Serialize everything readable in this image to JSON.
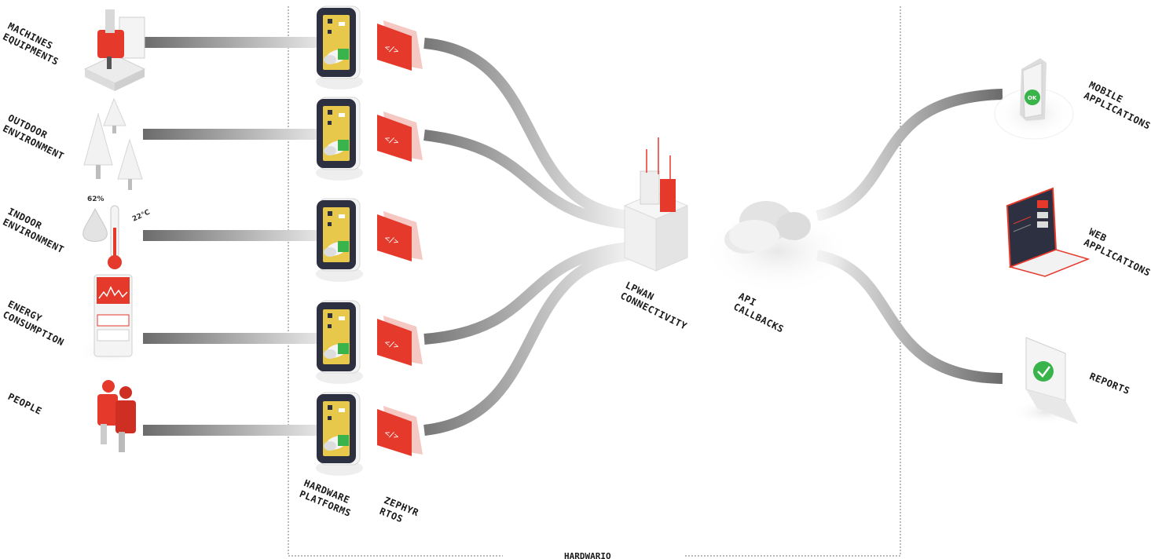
{
  "sources": [
    {
      "id": "machines",
      "line1": "MACHINES",
      "line2": "EQUIPMENTS",
      "icon": "cnc-machine-icon"
    },
    {
      "id": "outdoor",
      "line1": "OUTDOOR",
      "line2": "ENVIRONMENT",
      "icon": "trees-icon"
    },
    {
      "id": "indoor",
      "line1": "INDOOR",
      "line2": "ENVIRONMENT",
      "icon": "thermometer-droplet-icon"
    },
    {
      "id": "energy",
      "line1": "ENERGY",
      "line2": "CONSUMPTION",
      "icon": "energy-meter-icon"
    },
    {
      "id": "people",
      "line1": "PEOPLE",
      "line2": "",
      "icon": "people-icon"
    }
  ],
  "indoor_readings": {
    "humidity": "62%",
    "temperature": "22°C"
  },
  "hardware": {
    "line1": "HARDWARE",
    "line2": "PLATFORMS",
    "icon": "circuit-board-icon"
  },
  "rtos": {
    "line1": "ZEPHYR",
    "line2": "RTOS",
    "icon": "code-tag-icon",
    "glyph": "</>"
  },
  "connectivity": {
    "line1": "LPWAN",
    "line2": "CONNECTIVITY",
    "icon": "antenna-tower-icon"
  },
  "api": {
    "line1": "API",
    "line2": "CALLBACKS",
    "icon": "cloud-icon"
  },
  "outputs": [
    {
      "id": "mobile",
      "line1": "MOBILE",
      "line2": "APPLICATIONS",
      "icon": "smartphone-icon",
      "badge": "OK"
    },
    {
      "id": "web",
      "line1": "WEB",
      "line2": "APPLICATIONS",
      "icon": "laptop-icon"
    },
    {
      "id": "reports",
      "line1": "REPORTS",
      "line2": "",
      "icon": "report-check-icon"
    }
  ],
  "frame_label": "HARDWARIO",
  "colors": {
    "accent": "#e5392b",
    "board": "#e8c84a",
    "dark": "#2c3040",
    "grey": "#8a8a8a"
  }
}
